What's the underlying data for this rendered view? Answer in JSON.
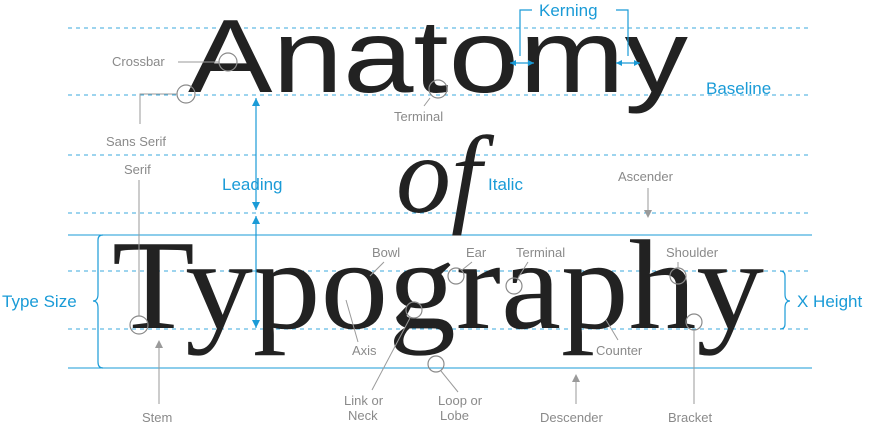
{
  "title_line1": "Anatomy",
  "title_line2": "of",
  "title_line3": "Typography",
  "colors": {
    "accent": "#1a9bd7",
    "label": "#8a8a8a",
    "ink": "#222222"
  },
  "labels": {
    "kerning": "Kerning",
    "baseline": "Baseline",
    "leading": "Leading",
    "italic": "Italic",
    "type_size": "Type Size",
    "x_height": "X Height",
    "crossbar": "Crossbar",
    "sans_serif": "Sans Serif",
    "serif": "Serif",
    "terminal_top": "Terminal",
    "ascender": "Ascender",
    "bowl": "Bowl",
    "ear": "Ear",
    "terminal_mid": "Terminal",
    "shoulder": "Shoulder",
    "axis": "Axis",
    "counter": "Counter",
    "link_line1": "Link or",
    "link_line2": "Neck",
    "loop_line1": "Loop or",
    "loop_line2": "Lobe",
    "stem": "Stem",
    "descender": "Descender",
    "bracket": "Bracket"
  }
}
